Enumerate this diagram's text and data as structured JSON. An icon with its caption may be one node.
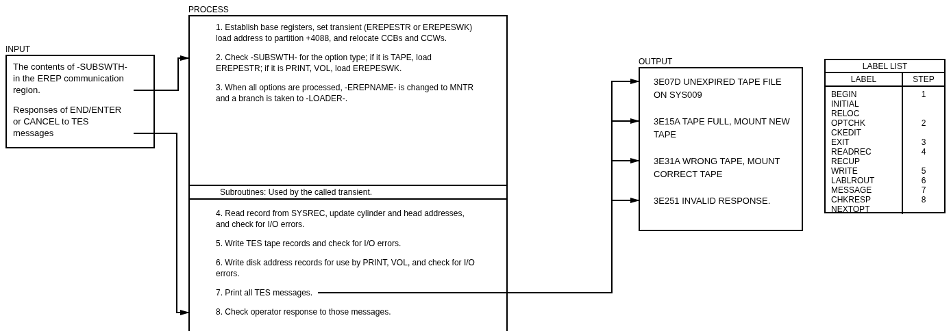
{
  "diagram": {
    "nodes": [
      {
        "text": [
          "INPUT"
        ]
      },
      {
        "text": [
          "The contents of -SUBSWTH- in the EREP communication region."
        ],
        "in": 0
      },
      {
        "text": [
          "Responses of END/ENTER or CANCEL to TES messages"
        ],
        "in": 0
      },
      {
        "text": [
          "PROCESS"
        ]
      },
      {
        "text": [
          "1. Establish base registers, set transient (EREPESTR or EREPESWK) load address to partition +4088, and relocate CCBs and CCWs."
        ],
        "in": 3
      },
      {
        "text": [
          "2. Check -SUBSWTH- for the option type; if it is TAPE, load EREPESTR; if it is PRINT, VOL, load EREPESWK."
        ],
        "in": 3
      },
      {
        "text": [
          "3. When all options are processed, -EREPNAME- is changed to MNTR and a branch is taken to -LOADER-."
        ],
        "in": 3
      },
      {
        "text": [
          "Subroutines: Used by the called transient."
        ],
        "in": 3
      },
      {
        "text": [
          "4. Read record from SYSREC, update cylinder and head addresses, and check for I/O errors."
        ],
        "in": 3
      },
      {
        "text": [
          "5. Write TES tape records and check for I/O errors."
        ],
        "in": 3
      },
      {
        "text": [
          "6. Write disk address records for use by PRINT, VOL, and check for I/O errors."
        ],
        "in": 3
      },
      {
        "text": [
          "7. Print all TES messages."
        ],
        "in": 3
      },
      {
        "text": [
          "8. Check operator response to those messages."
        ],
        "in": 3
      },
      {
        "text": [
          "OUTPUT"
        ]
      },
      {
        "text": [
          "3E07D UNEXPIRED TAPE FILE ON SYS009"
        ],
        "in": 13
      },
      {
        "text": [
          "3E15A TAPE FULL, MOUNT NEW TAPE"
        ],
        "in": 13
      },
      {
        "text": [
          "3E31A WRONG TAPE, MOUNT CORRECT TAPE"
        ],
        "in": 13
      },
      {
        "text": [
          "3E251 INVALID RESPONSE."
        ],
        "in": 13
      }
    ],
    "edges": [
      {
        "from": 1,
        "to": 5,
        "arrow": "to"
      },
      {
        "from": 2,
        "to": 12,
        "arrow": "to"
      },
      {
        "from": 11,
        "to": 14,
        "arrow": "to"
      },
      {
        "from": 11,
        "to": 15,
        "arrow": "to"
      },
      {
        "from": 11,
        "to": 16,
        "arrow": "to"
      },
      {
        "from": 11,
        "to": 17,
        "arrow": "to"
      }
    ],
    "labels": [
      "LABEL LIST",
      "LABEL",
      "STEP",
      "BEGIN",
      "1",
      "INITIAL",
      "RELOC",
      "OPTCHK",
      "2",
      "CKEDIT",
      "EXIT",
      "3",
      "READREC",
      "4",
      "RECUP",
      "WRITE",
      "5",
      "LABLROUT",
      "6",
      "MESSAGE",
      "7",
      "CHKRESP",
      "8",
      "NEXTOPT"
    ]
  }
}
